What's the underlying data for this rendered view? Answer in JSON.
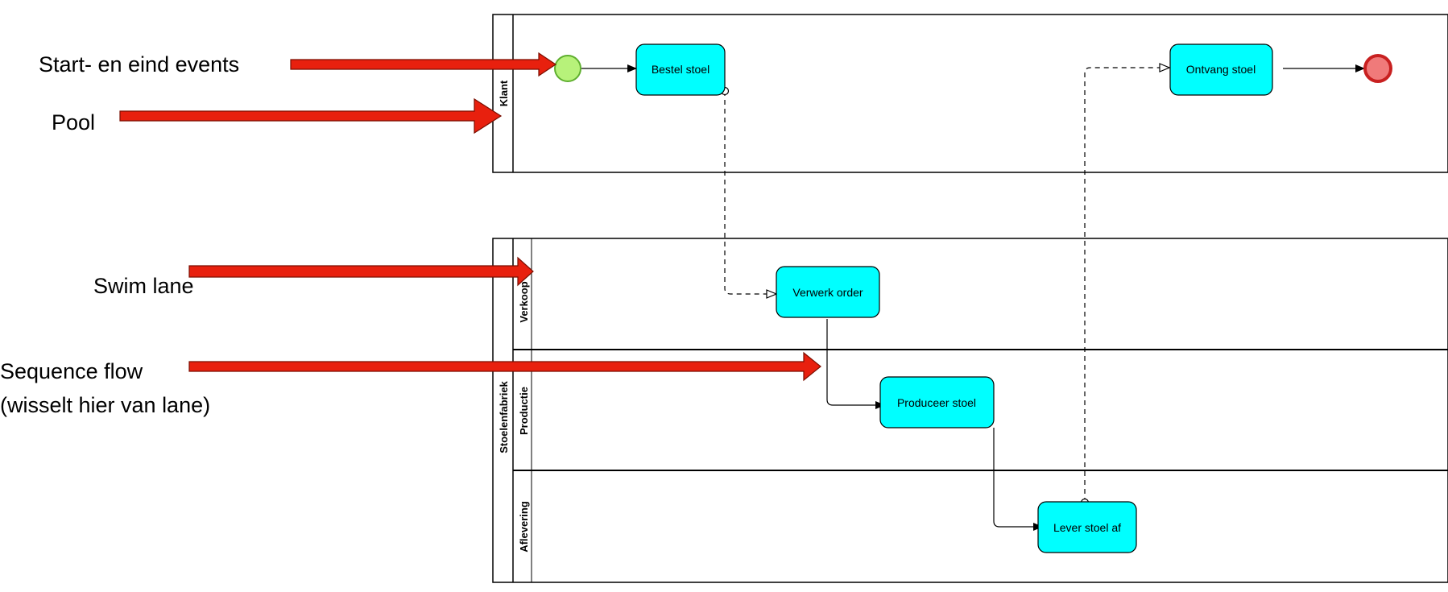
{
  "diagram": {
    "annotations": {
      "events": "Start- en eind events",
      "pool": "Pool",
      "swimlane": "Swim lane",
      "sequence_line1": "Sequence flow",
      "sequence_line2": "(wisselt hier van lane)"
    },
    "pools": {
      "customer": "Klant",
      "factory": "Stoelenfabriek"
    },
    "lanes": {
      "sales": "Verkoop",
      "production": "Productie",
      "delivery": "Aflevering"
    },
    "tasks": {
      "order_chair": "Bestel stoel",
      "receive_chair": "Ontvang stoel",
      "process_order": "Verwerk order",
      "produce_chair": "Produceer stoel",
      "deliver_chair": "Lever stoel af"
    },
    "colors": {
      "task_fill": "#00FFFF",
      "start_fill": "#B7F27A",
      "start_stroke": "#5FAF2F",
      "end_fill": "#F07A7A",
      "end_stroke": "#C82020",
      "arrow_fill": "#E8200E",
      "arrow_stroke": "#7A0E00"
    }
  }
}
